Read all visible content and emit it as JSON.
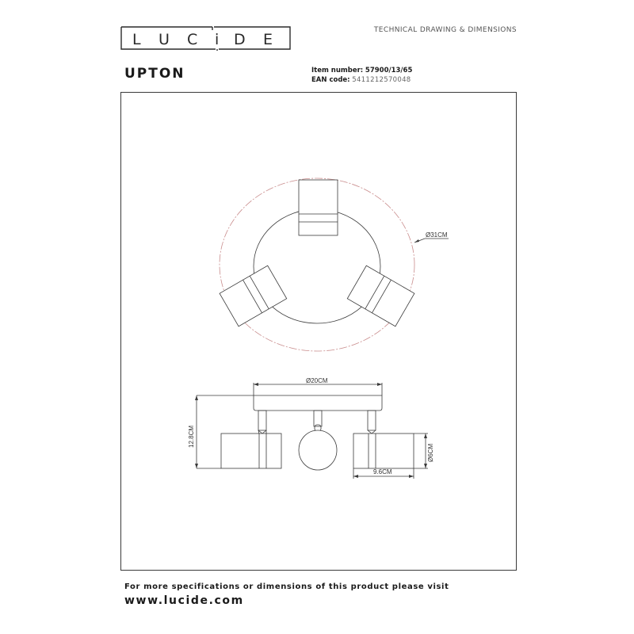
{
  "header": {
    "brand": "LUCIDE",
    "brand_letters": [
      "L",
      "U",
      "C",
      "i",
      "D",
      "E"
    ],
    "document_type": "TECHNICAL DRAWING & DIMENSIONS",
    "product_name": "UPTON",
    "item_number_label": "Item number:",
    "item_number": "57900/13/65",
    "ean_label": "EAN code:",
    "ean_code": "5411212570048"
  },
  "drawing": {
    "top_view": {
      "outer_diameter_label": "Ø31CM",
      "spot_count": 3
    },
    "side_view": {
      "base_diameter_label": "Ø20CM",
      "height_label": "12.8CM",
      "spot_diameter_label": "Ø6CM",
      "spot_length_label": "9.6CM"
    },
    "colors": {
      "line": "#3a3a3a",
      "outer_dashed_circle": "#c98c8c",
      "frame": "#3a3a3a"
    }
  },
  "footer": {
    "info_text": "For more specifications or dimensions of this product please visit",
    "url": "www.lucide.com"
  }
}
